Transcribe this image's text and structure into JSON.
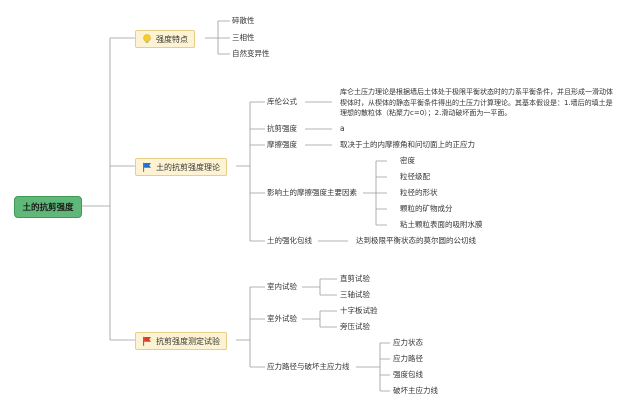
{
  "root": {
    "label": "土的抗剪强度"
  },
  "branch1": {
    "label": "强度特点",
    "icon": "lightbulb-icon",
    "items": [
      "碎散性",
      "三相性",
      "自然变异性"
    ]
  },
  "branch2": {
    "label": "土的抗剪强度理论",
    "icon": "blue-flag-icon",
    "coulomb": {
      "label": "库伦公式",
      "desc": "库仑土压力理论是根据墙后土体处于极限平衡状态时的力系平衡条件，并且形成一滑动体楔体时，从楔体的静态平衡条件得出的土压力计算理论。其基本假设是：1.墙后的填土是理想的散粒体（粘聚力c=0）；2.滑动破坏面为一平面。"
    },
    "shear_strength": {
      "label": "抗剪强度",
      "value": "a"
    },
    "friction": {
      "label": "摩擦强度",
      "desc": "取决于土的内摩擦角和问切面上的正应力"
    },
    "factors": {
      "label": "影响土的摩擦强度主要因素",
      "items": [
        "密度",
        "粒径级配",
        "粒径的形状",
        "颗粒的矿物成分",
        "粘土颗粒表面的吸附水膜"
      ]
    },
    "envelope": {
      "label": "土的强化包线",
      "desc": "达到极限平衡状态的莫尔圆的公切线"
    }
  },
  "branch3": {
    "label": "抗剪强度测定试验",
    "icon": "red-flag-icon",
    "indoor": {
      "label": "室内试验",
      "items": [
        "直剪试验",
        "三轴试验"
      ]
    },
    "outdoor": {
      "label": "室外试验",
      "items": [
        "十字板试验",
        "旁压试验"
      ]
    },
    "stress_path": {
      "label": "应力路径与破坏主应力线",
      "items": [
        "应力状态",
        "应力路径",
        "强度包线",
        "破坏主应力线"
      ]
    }
  },
  "colors": {
    "root_fill": "#5fb878",
    "branch_fill": "#fdf3d2",
    "line": "#999999",
    "blue_flag": "#1e6fd9",
    "red_flag": "#e03b2a",
    "bulb": "#f2cf2f"
  }
}
